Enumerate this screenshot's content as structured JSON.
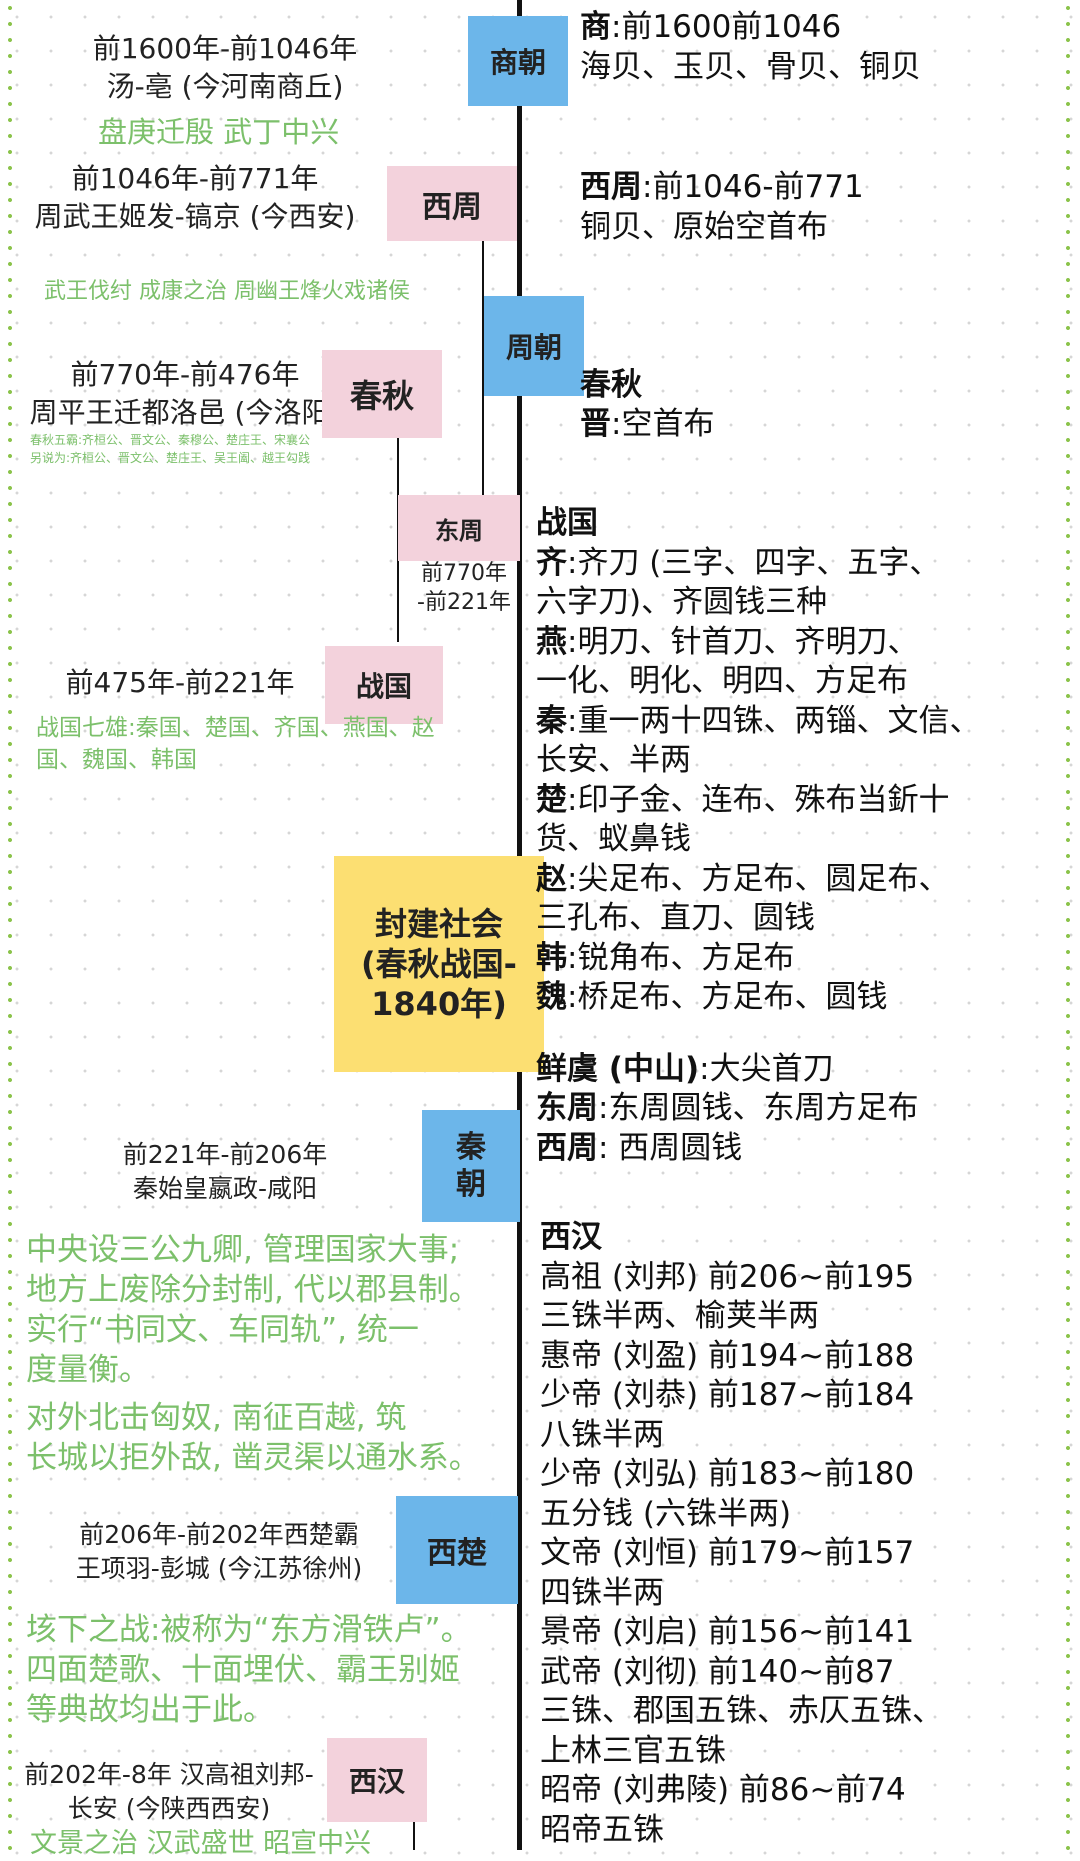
{
  "periods": {
    "shang": {
      "label": "商朝",
      "dates": "前1600年-前1046年",
      "capital": "汤-亳 (今河南商丘)",
      "events": "盘庚迁殷 武丁中兴"
    },
    "western_zhou": {
      "label": "西周",
      "dates": "前1046年-前771年",
      "capital": "周武王姬发-镐京 (今西安)",
      "events": "武王伐纣 成康之治 周幽王烽火戏诸侯"
    },
    "zhou": {
      "label": "周朝"
    },
    "chunqiu": {
      "label": "春秋",
      "dates": "前770年-前476年",
      "capital": "周平王迁都洛邑 (今洛阳)",
      "note_1": "春秋五霸:齐桓公、晋文公、秦穆公、楚庄王、宋襄公",
      "note_2": "另说为:齐桓公、晋文公、楚庄王、吴王阖、越王勾践"
    },
    "eastern_zhou": {
      "label": "东周",
      "dates_1": "前770年",
      "dates_2": "-前221年"
    },
    "zhanguo": {
      "label": "战国",
      "dates": "前475年-前221年",
      "note_1": "战国七雄:秦国、楚国、齐国、燕国、赵",
      "note_2": "国、魏国、韩国"
    },
    "feudal": {
      "line_1": "封建社会",
      "line_2": "(春秋战国-",
      "line_3": "1840年)"
    },
    "qin": {
      "label_1": "秦",
      "label_2": "朝",
      "dates": "前221年-前206年",
      "capital": "秦始皇嬴政-咸阳",
      "events": [
        "中央设三公九卿, 管理国家大事;",
        "地方上废除分封制, 代以郡县制。",
        "实行“书同文、车同轨”, 统一",
        "度量衡。",
        "对外北击匈奴, 南征百越, 筑",
        "长城以拒外敌, 凿灵渠以通水系。"
      ]
    },
    "western_chu": {
      "label": "西楚",
      "dates": "前206年-前202年西楚霸",
      "capital": "王项羽-彭城 (今江苏徐州)",
      "events": [
        "垓下之战:被称为“东方滑铁卢”。",
        "四面楚歌、十面埋伏、霸王别姬",
        "等典故均出于此。"
      ]
    },
    "western_han": {
      "label": "西汉",
      "dates": "前202年-8年 汉高祖刘邦-",
      "capital": "长安 (今陕西西安)",
      "events": "文景之治 汉武盛世 昭宣中兴"
    }
  },
  "coins": {
    "shang": {
      "name": "商",
      "dates": ":前1600前1046",
      "items": "海贝、玉贝、骨贝、铜贝"
    },
    "western_zhou": {
      "name": "西周",
      "dates": ":前1046-前771",
      "items": "铜贝、原始空首布"
    },
    "chunqiu": {
      "heading": "春秋",
      "jin_name": "晋",
      "jin_items": ":空首布"
    },
    "zhanguo": {
      "heading": "战国",
      "states": [
        {
          "name": "齐",
          "text": ":齐刀 (三字、四字、五字、"
        },
        {
          "name": "",
          "text": "六字刀)、齐圆钱三种"
        },
        {
          "name": "燕",
          "text": ":明刀、针首刀、齐明刀、"
        },
        {
          "name": "",
          "text": "一化、明化、明四、方足布"
        },
        {
          "name": "秦",
          "text": ":重一两十四铢、两锱、文信、"
        },
        {
          "name": "",
          "text": "长安、半两"
        },
        {
          "name": "楚",
          "text": ":印子金、连布、殊布当釿十"
        },
        {
          "name": "",
          "text": "货、蚁鼻钱"
        },
        {
          "name": "赵",
          "text": ":尖足布、方足布、圆足布、"
        },
        {
          "name": "",
          "text": "三孔布、直刀、圆钱"
        },
        {
          "name": "韩",
          "text": ":锐角布、方足布"
        },
        {
          "name": "魏",
          "text": ":桥足布、方足布、圆钱"
        }
      ],
      "others": [
        {
          "name": "鲜虞 (中山)",
          "text": ":大尖首刀"
        },
        {
          "name": "东周",
          "text": ":东周圆钱、东周方足布"
        },
        {
          "name": "西周",
          "text": ":  西周圆钱"
        }
      ]
    },
    "western_han": {
      "heading": "西汉",
      "lines": [
        "高祖 (刘邦) 前206~前195",
        "三铢半两、榆荚半两",
        "惠帝 (刘盈) 前194~前188",
        "少帝 (刘恭) 前187~前184",
        "八铢半两",
        "少帝 (刘弘) 前183~前180",
        "五分钱 (六铢半两)",
        "文帝 (刘恒) 前179~前157",
        "四铢半两",
        "景帝 (刘启) 前156~前141",
        "武帝 (刘彻) 前140~前87",
        "三铢、郡国五铢、赤仄五铢、",
        "上林三官五铢",
        "昭帝 (刘弗陵) 前86~前74",
        "昭帝五铢"
      ]
    }
  }
}
